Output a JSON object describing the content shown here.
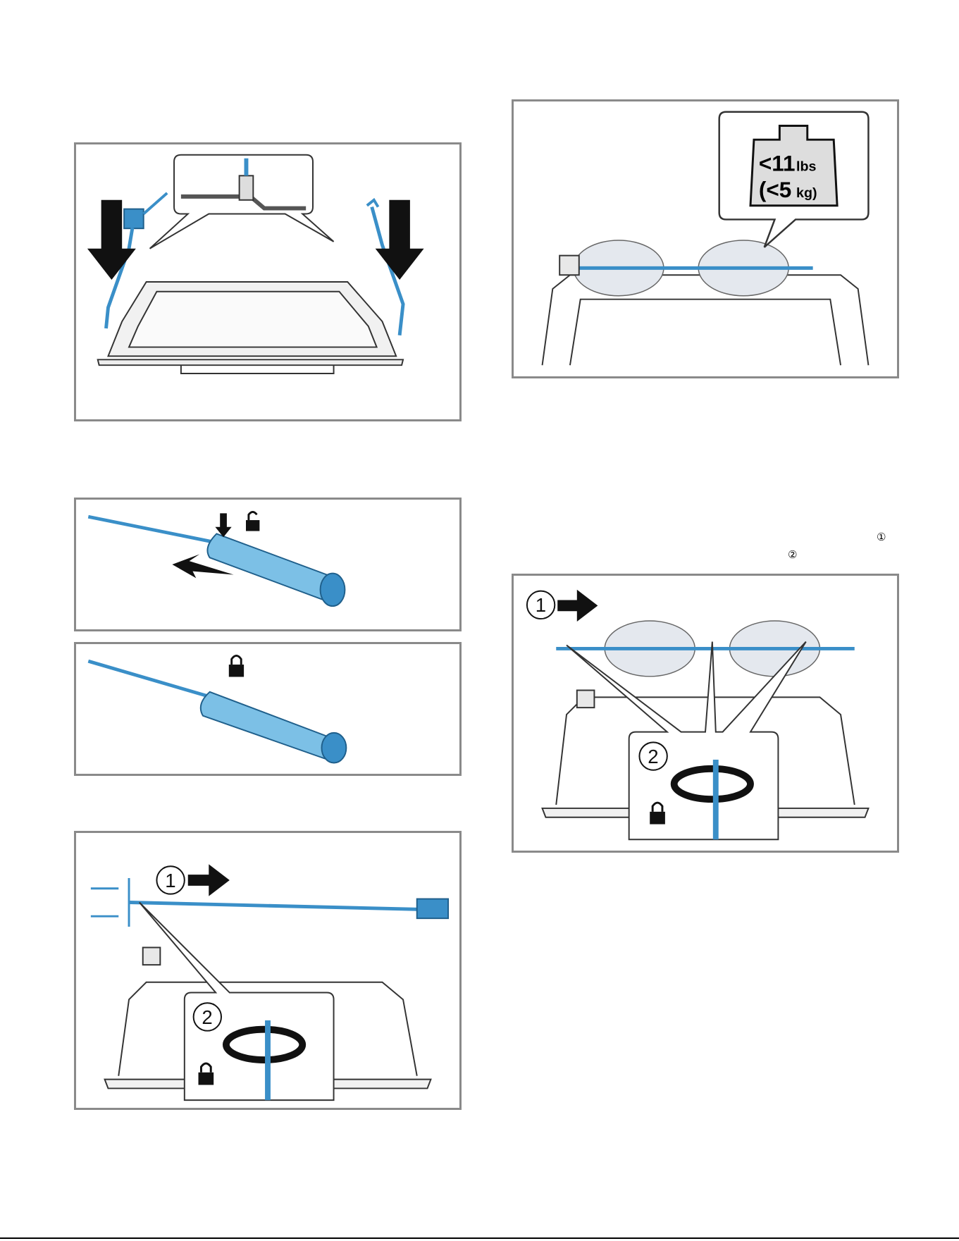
{
  "weight_label": {
    "line1_num": "<11",
    "line1_unit": "lbs",
    "line2_num": "(<5",
    "line2_unit": "kg)"
  },
  "step_labels": {
    "one": "1",
    "two": "2"
  },
  "inline_markers": {
    "m1": "①",
    "m2": "②"
  },
  "colors": {
    "accent": "#3a8fc8",
    "accent_light": "#7cc0e6",
    "frame": "#8a8a8a",
    "chicken": "#e4e8ee"
  },
  "icons": [
    "down-arrow-icon",
    "lock-icon",
    "unlock-icon",
    "right-arrow-icon",
    "rotate-arrow-icon",
    "weight-icon"
  ]
}
